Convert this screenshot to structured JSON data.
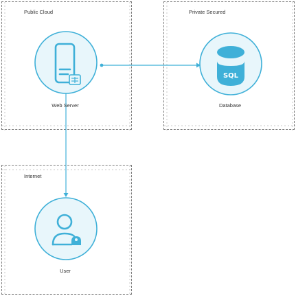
{
  "zones": {
    "public_cloud": {
      "label": "Public Cloud"
    },
    "private_secured": {
      "label": "Private Secured"
    },
    "internet": {
      "label": "Internet"
    }
  },
  "nodes": {
    "web_server": {
      "label": "Web Server",
      "icon": "web-server-icon"
    },
    "database": {
      "label": "Database",
      "icon": "database-icon",
      "badge": "SQL"
    },
    "user": {
      "label": "User",
      "icon": "user-icon"
    }
  },
  "colors": {
    "icon_stroke": "#3fb0d8",
    "icon_fill": "#e8f6fb",
    "database_fill": "#3fb0d8",
    "connector": "#3fb0d8",
    "zone_border": "#7a7a7a",
    "text": "#333333"
  }
}
